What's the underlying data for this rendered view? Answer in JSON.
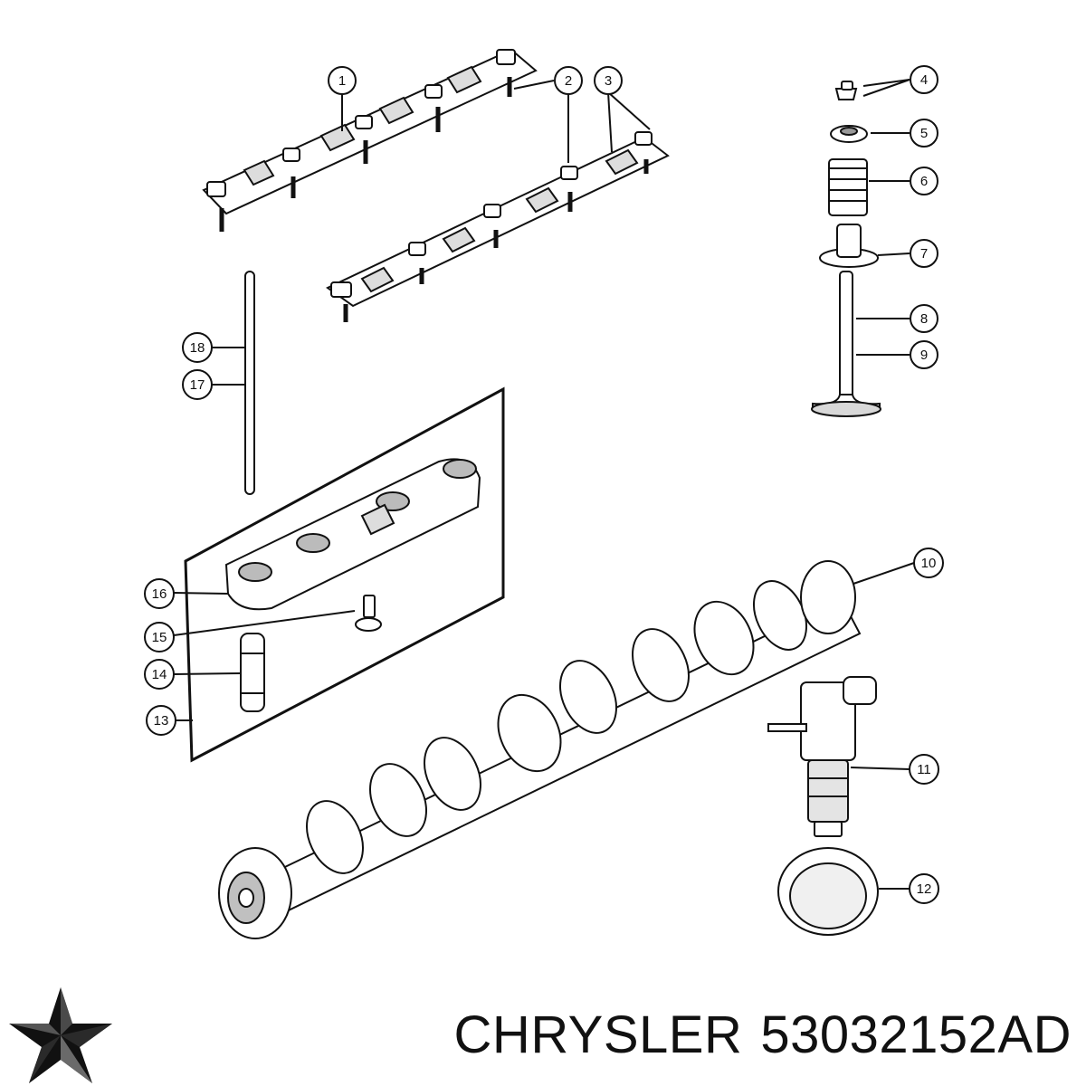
{
  "colors": {
    "line": "#111111",
    "shade": "#9a9a9a",
    "paper": "#ffffff"
  },
  "callouts": [
    {
      "id": "1",
      "label": "1"
    },
    {
      "id": "2",
      "label": "2"
    },
    {
      "id": "3",
      "label": "3"
    },
    {
      "id": "4",
      "label": "4"
    },
    {
      "id": "5",
      "label": "5"
    },
    {
      "id": "6",
      "label": "6"
    },
    {
      "id": "7",
      "label": "7"
    },
    {
      "id": "8",
      "label": "8"
    },
    {
      "id": "9",
      "label": "9"
    },
    {
      "id": "10",
      "label": "10"
    },
    {
      "id": "11",
      "label": "11"
    },
    {
      "id": "12",
      "label": "12"
    },
    {
      "id": "13",
      "label": "13"
    },
    {
      "id": "14",
      "label": "14"
    },
    {
      "id": "15",
      "label": "15"
    },
    {
      "id": "16",
      "label": "16"
    },
    {
      "id": "17",
      "label": "17"
    },
    {
      "id": "18",
      "label": "18"
    }
  ],
  "brand": {
    "name": "CHRYSLER",
    "part_number": "53032152AD",
    "logo_icon": "pentastar-logo-icon"
  }
}
